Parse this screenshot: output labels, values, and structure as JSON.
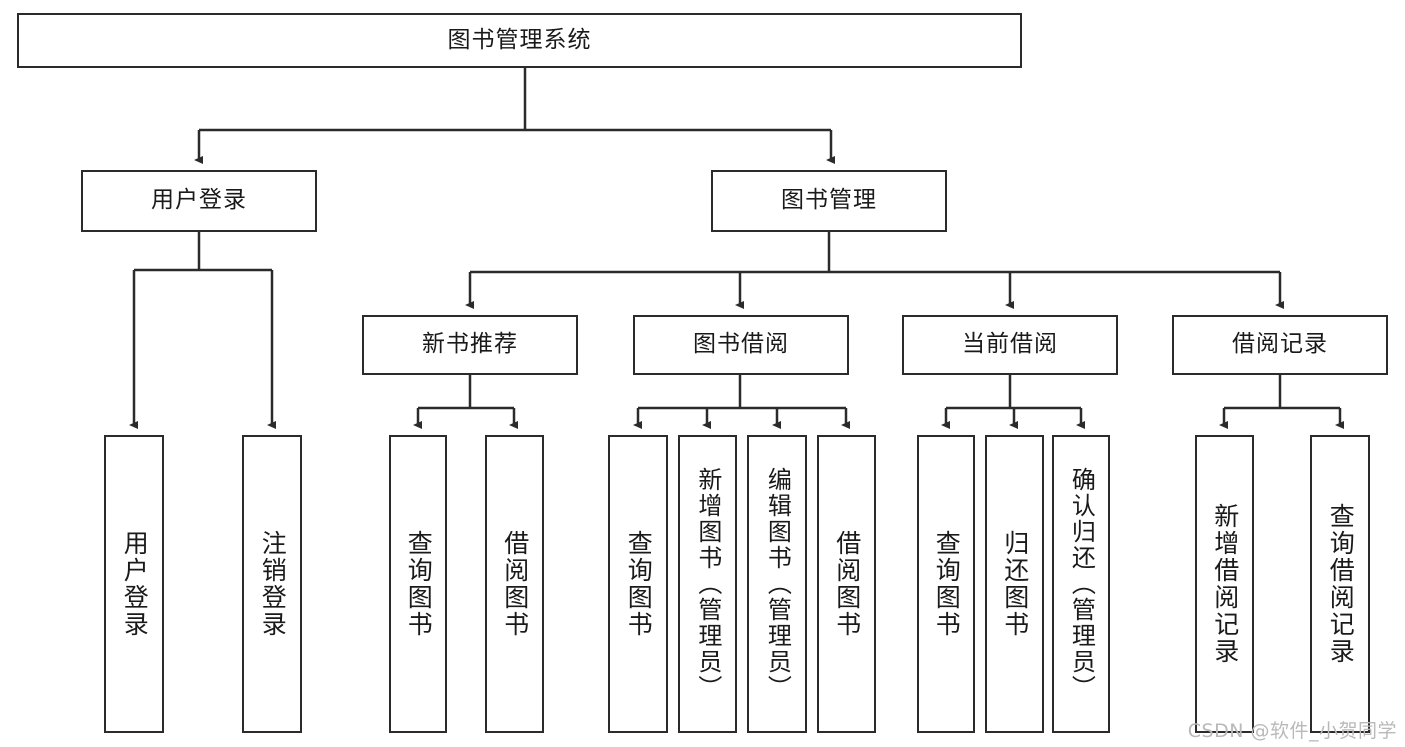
{
  "diagram": {
    "title": "图书管理系统",
    "type": "hierarchy-tree",
    "root": {
      "id": "root",
      "label": "图书管理系统"
    },
    "level2": [
      {
        "id": "user-login",
        "label": "用户登录"
      },
      {
        "id": "book-manage",
        "label": "图书管理"
      }
    ],
    "level3": [
      {
        "id": "new-book-recommend",
        "label": "新书推荐"
      },
      {
        "id": "book-borrow",
        "label": "图书借阅"
      },
      {
        "id": "current-borrow",
        "label": "当前借阅"
      },
      {
        "id": "borrow-record",
        "label": "借阅记录"
      }
    ],
    "leaves": [
      {
        "id": "leaf-user-login",
        "label": "用户登录",
        "parent": "user-login"
      },
      {
        "id": "leaf-user-logout",
        "label": "注销登录",
        "parent": "user-login"
      },
      {
        "id": "leaf-query-book-1",
        "label": "查询图书",
        "parent": "new-book-recommend"
      },
      {
        "id": "leaf-borrow-book-1",
        "label": "借阅图书",
        "parent": "new-book-recommend"
      },
      {
        "id": "leaf-query-book-2",
        "label": "查询图书",
        "parent": "book-borrow"
      },
      {
        "id": "leaf-add-book",
        "label": "新增图书（管理员）",
        "parent": "book-borrow"
      },
      {
        "id": "leaf-edit-book",
        "label": "编辑图书（管理员）",
        "parent": "book-borrow"
      },
      {
        "id": "leaf-borrow-book-2",
        "label": "借阅图书",
        "parent": "book-borrow"
      },
      {
        "id": "leaf-query-book-3",
        "label": "查询图书",
        "parent": "current-borrow"
      },
      {
        "id": "leaf-return-book",
        "label": "归还图书",
        "parent": "current-borrow"
      },
      {
        "id": "leaf-confirm-return",
        "label": "确认归还（管理员）",
        "parent": "current-borrow"
      },
      {
        "id": "leaf-add-record",
        "label": "新增借阅记录",
        "parent": "borrow-record"
      },
      {
        "id": "leaf-query-record",
        "label": "查询借阅记录",
        "parent": "borrow-record"
      }
    ],
    "watermark": "CSDN @软件_小贺同学",
    "colors": {
      "stroke": "#2b2b2b",
      "background": "#ffffff",
      "text": "#1a1a1a",
      "watermark": "#b9b9b9"
    }
  }
}
